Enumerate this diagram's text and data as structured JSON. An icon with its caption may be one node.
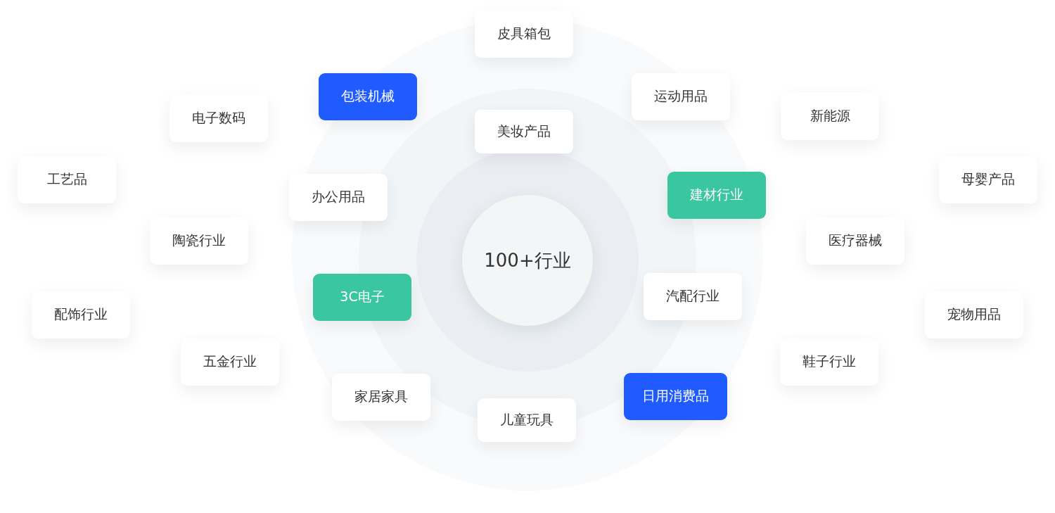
{
  "diagram": {
    "nodes": [
      {
        "text": [
          "100+行业"
        ]
      },
      {
        "text": [
          "皮具箱包"
        ]
      },
      {
        "text": [
          "包装机械"
        ]
      },
      {
        "text": [
          "运动用品"
        ]
      },
      {
        "text": [
          "新能源"
        ]
      },
      {
        "text": [
          "电子数码"
        ]
      },
      {
        "text": [
          "美妆产品"
        ]
      },
      {
        "text": [
          "工艺品"
        ]
      },
      {
        "text": [
          "母婴产品"
        ]
      },
      {
        "text": [
          "建材行业"
        ]
      },
      {
        "text": [
          "办公用品"
        ]
      },
      {
        "text": [
          "陶瓷行业"
        ]
      },
      {
        "text": [
          "医疗器械"
        ]
      },
      {
        "text": [
          "3C电子"
        ]
      },
      {
        "text": [
          "汽配行业"
        ]
      },
      {
        "text": [
          "配饰行业"
        ]
      },
      {
        "text": [
          "宠物用品"
        ]
      },
      {
        "text": [
          "五金行业"
        ]
      },
      {
        "text": [
          "鞋子行业"
        ]
      },
      {
        "text": [
          "家居家具"
        ]
      },
      {
        "text": [
          "日用消费品"
        ]
      },
      {
        "text": [
          "儿童玩具"
        ]
      }
    ]
  }
}
